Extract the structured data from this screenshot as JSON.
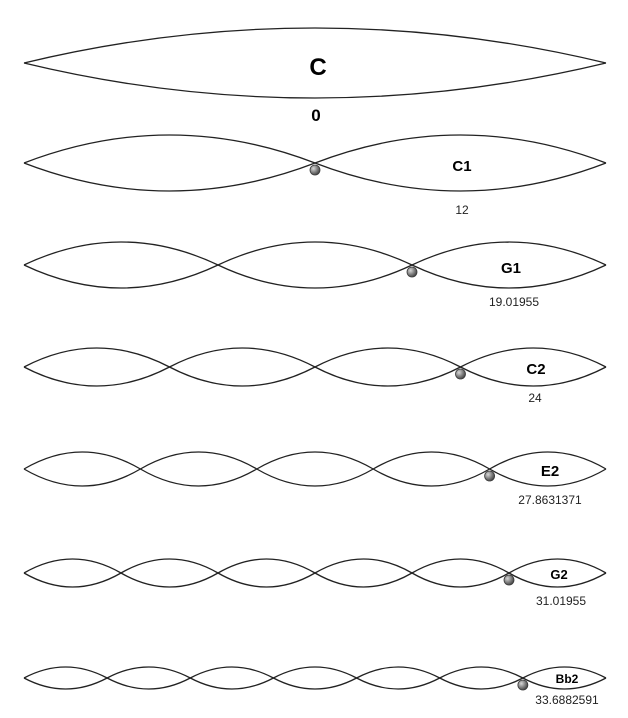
{
  "harmonics": [
    {
      "harmonic": 1,
      "note": "C",
      "cents": "0"
    },
    {
      "harmonic": 2,
      "note": "C1",
      "cents": "12"
    },
    {
      "harmonic": 3,
      "note": "G1",
      "cents": "19.01955"
    },
    {
      "harmonic": 4,
      "note": "C2",
      "cents": "24"
    },
    {
      "harmonic": 5,
      "note": "E2",
      "cents": "27.8631371"
    },
    {
      "harmonic": 6,
      "note": "G2",
      "cents": "31.01955"
    },
    {
      "harmonic": 7,
      "note": "Bb2",
      "cents": "33.6882591"
    }
  ],
  "colors": {
    "stroke": "#222222",
    "node_marker": "#7a7a7a"
  }
}
